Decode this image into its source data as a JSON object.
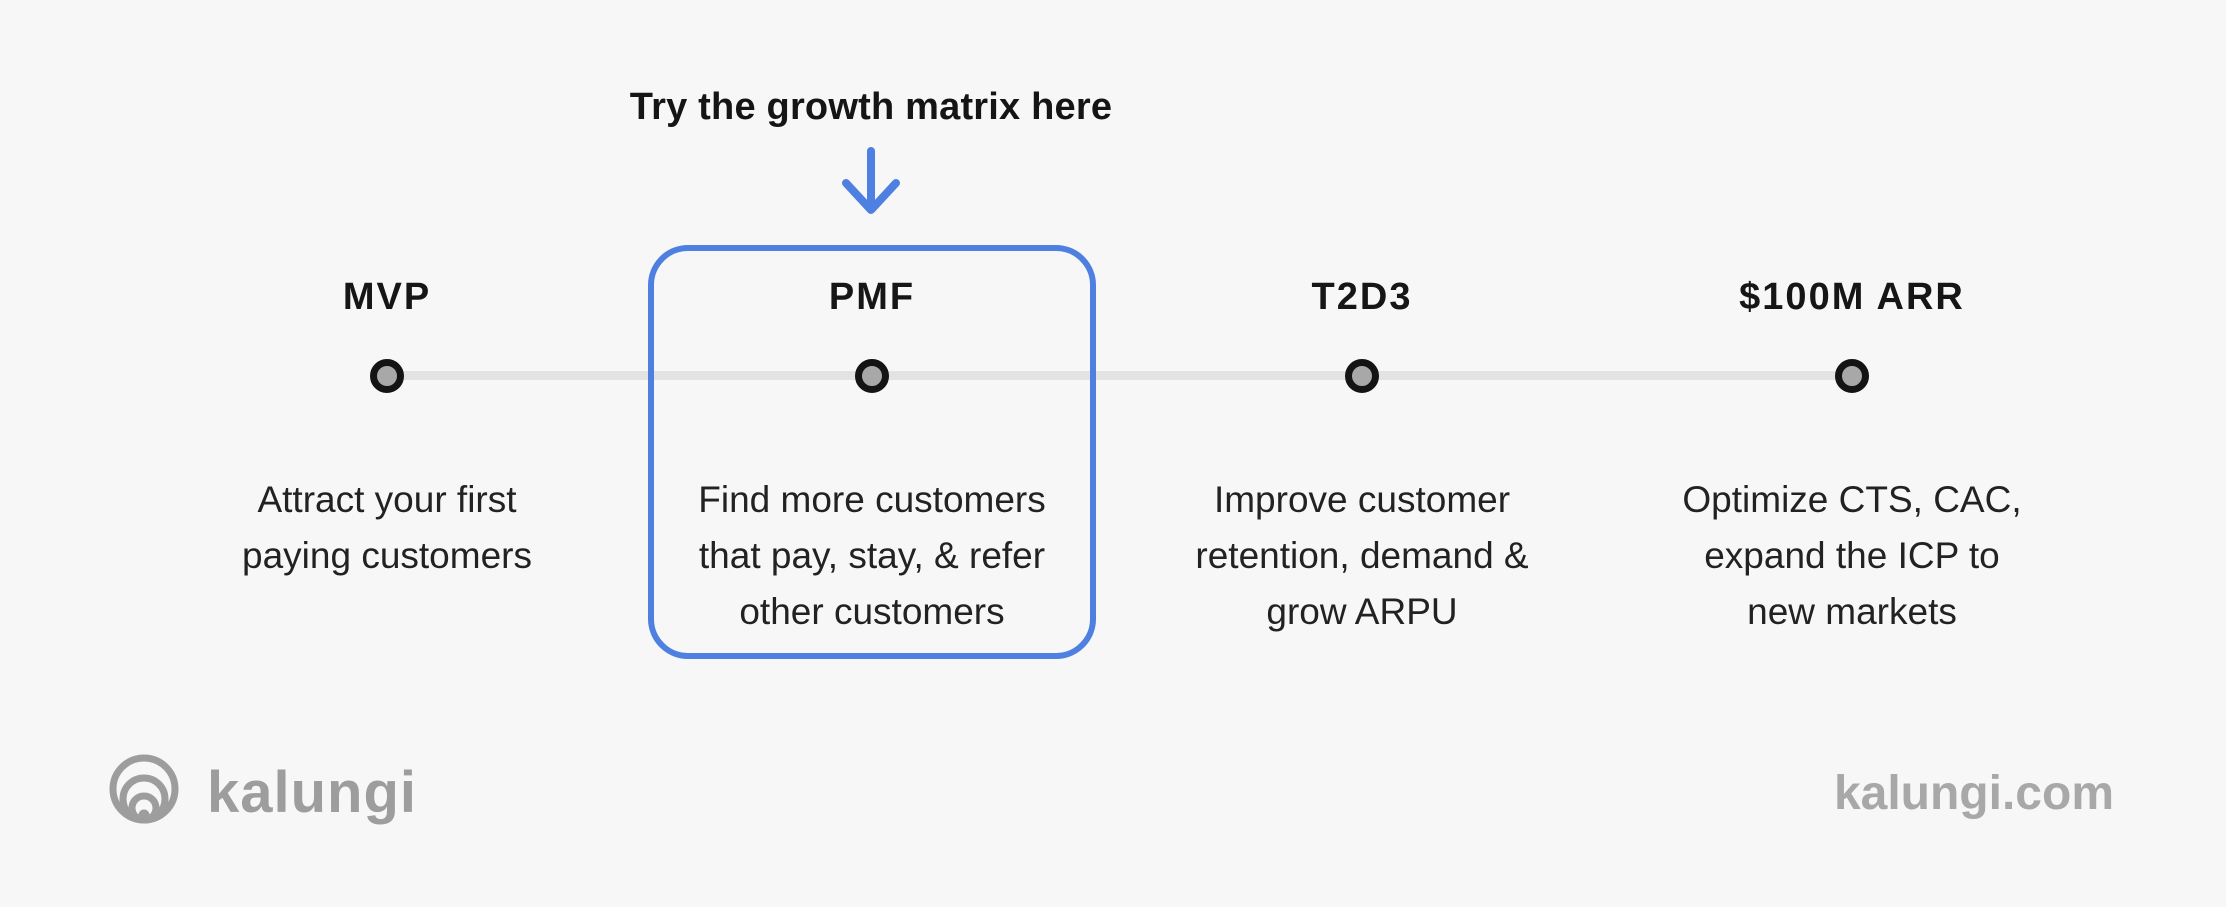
{
  "annotation": {
    "label": "Try the growth matrix here"
  },
  "milestones": [
    {
      "label": "MVP",
      "description": "Attract your first paying customers",
      "lines": [
        "Attract your first",
        "paying customers"
      ],
      "highlighted": false
    },
    {
      "label": "PMF",
      "description": "Find more customers that pay, stay, & refer other customers",
      "lines": [
        "Find more customers",
        "that pay, stay, & refer",
        "other customers"
      ],
      "highlighted": true
    },
    {
      "label": "T2D3",
      "description": "Improve customer retention, demand & grow ARPU",
      "lines": [
        "Improve customer",
        "retention, demand &",
        "grow ARPU"
      ],
      "highlighted": false
    },
    {
      "label": "$100M ARR",
      "description": "Optimize CTS, CAC, expand the ICP to new markets",
      "lines": [
        "Optimize CTS, CAC,",
        "expand the ICP to",
        "new markets"
      ],
      "highlighted": false
    }
  ],
  "footer": {
    "brand": "kalungi",
    "url": "kalungi.com"
  },
  "colors": {
    "background": "#f8f7f7",
    "accent_blue": "#4d80e0",
    "timeline_gray": "#e4e3e3",
    "dot_fill": "#a8a8a8",
    "dot_ring": "#141414",
    "text_dark": "#161616",
    "footer_gray": "#9d9d9d"
  }
}
